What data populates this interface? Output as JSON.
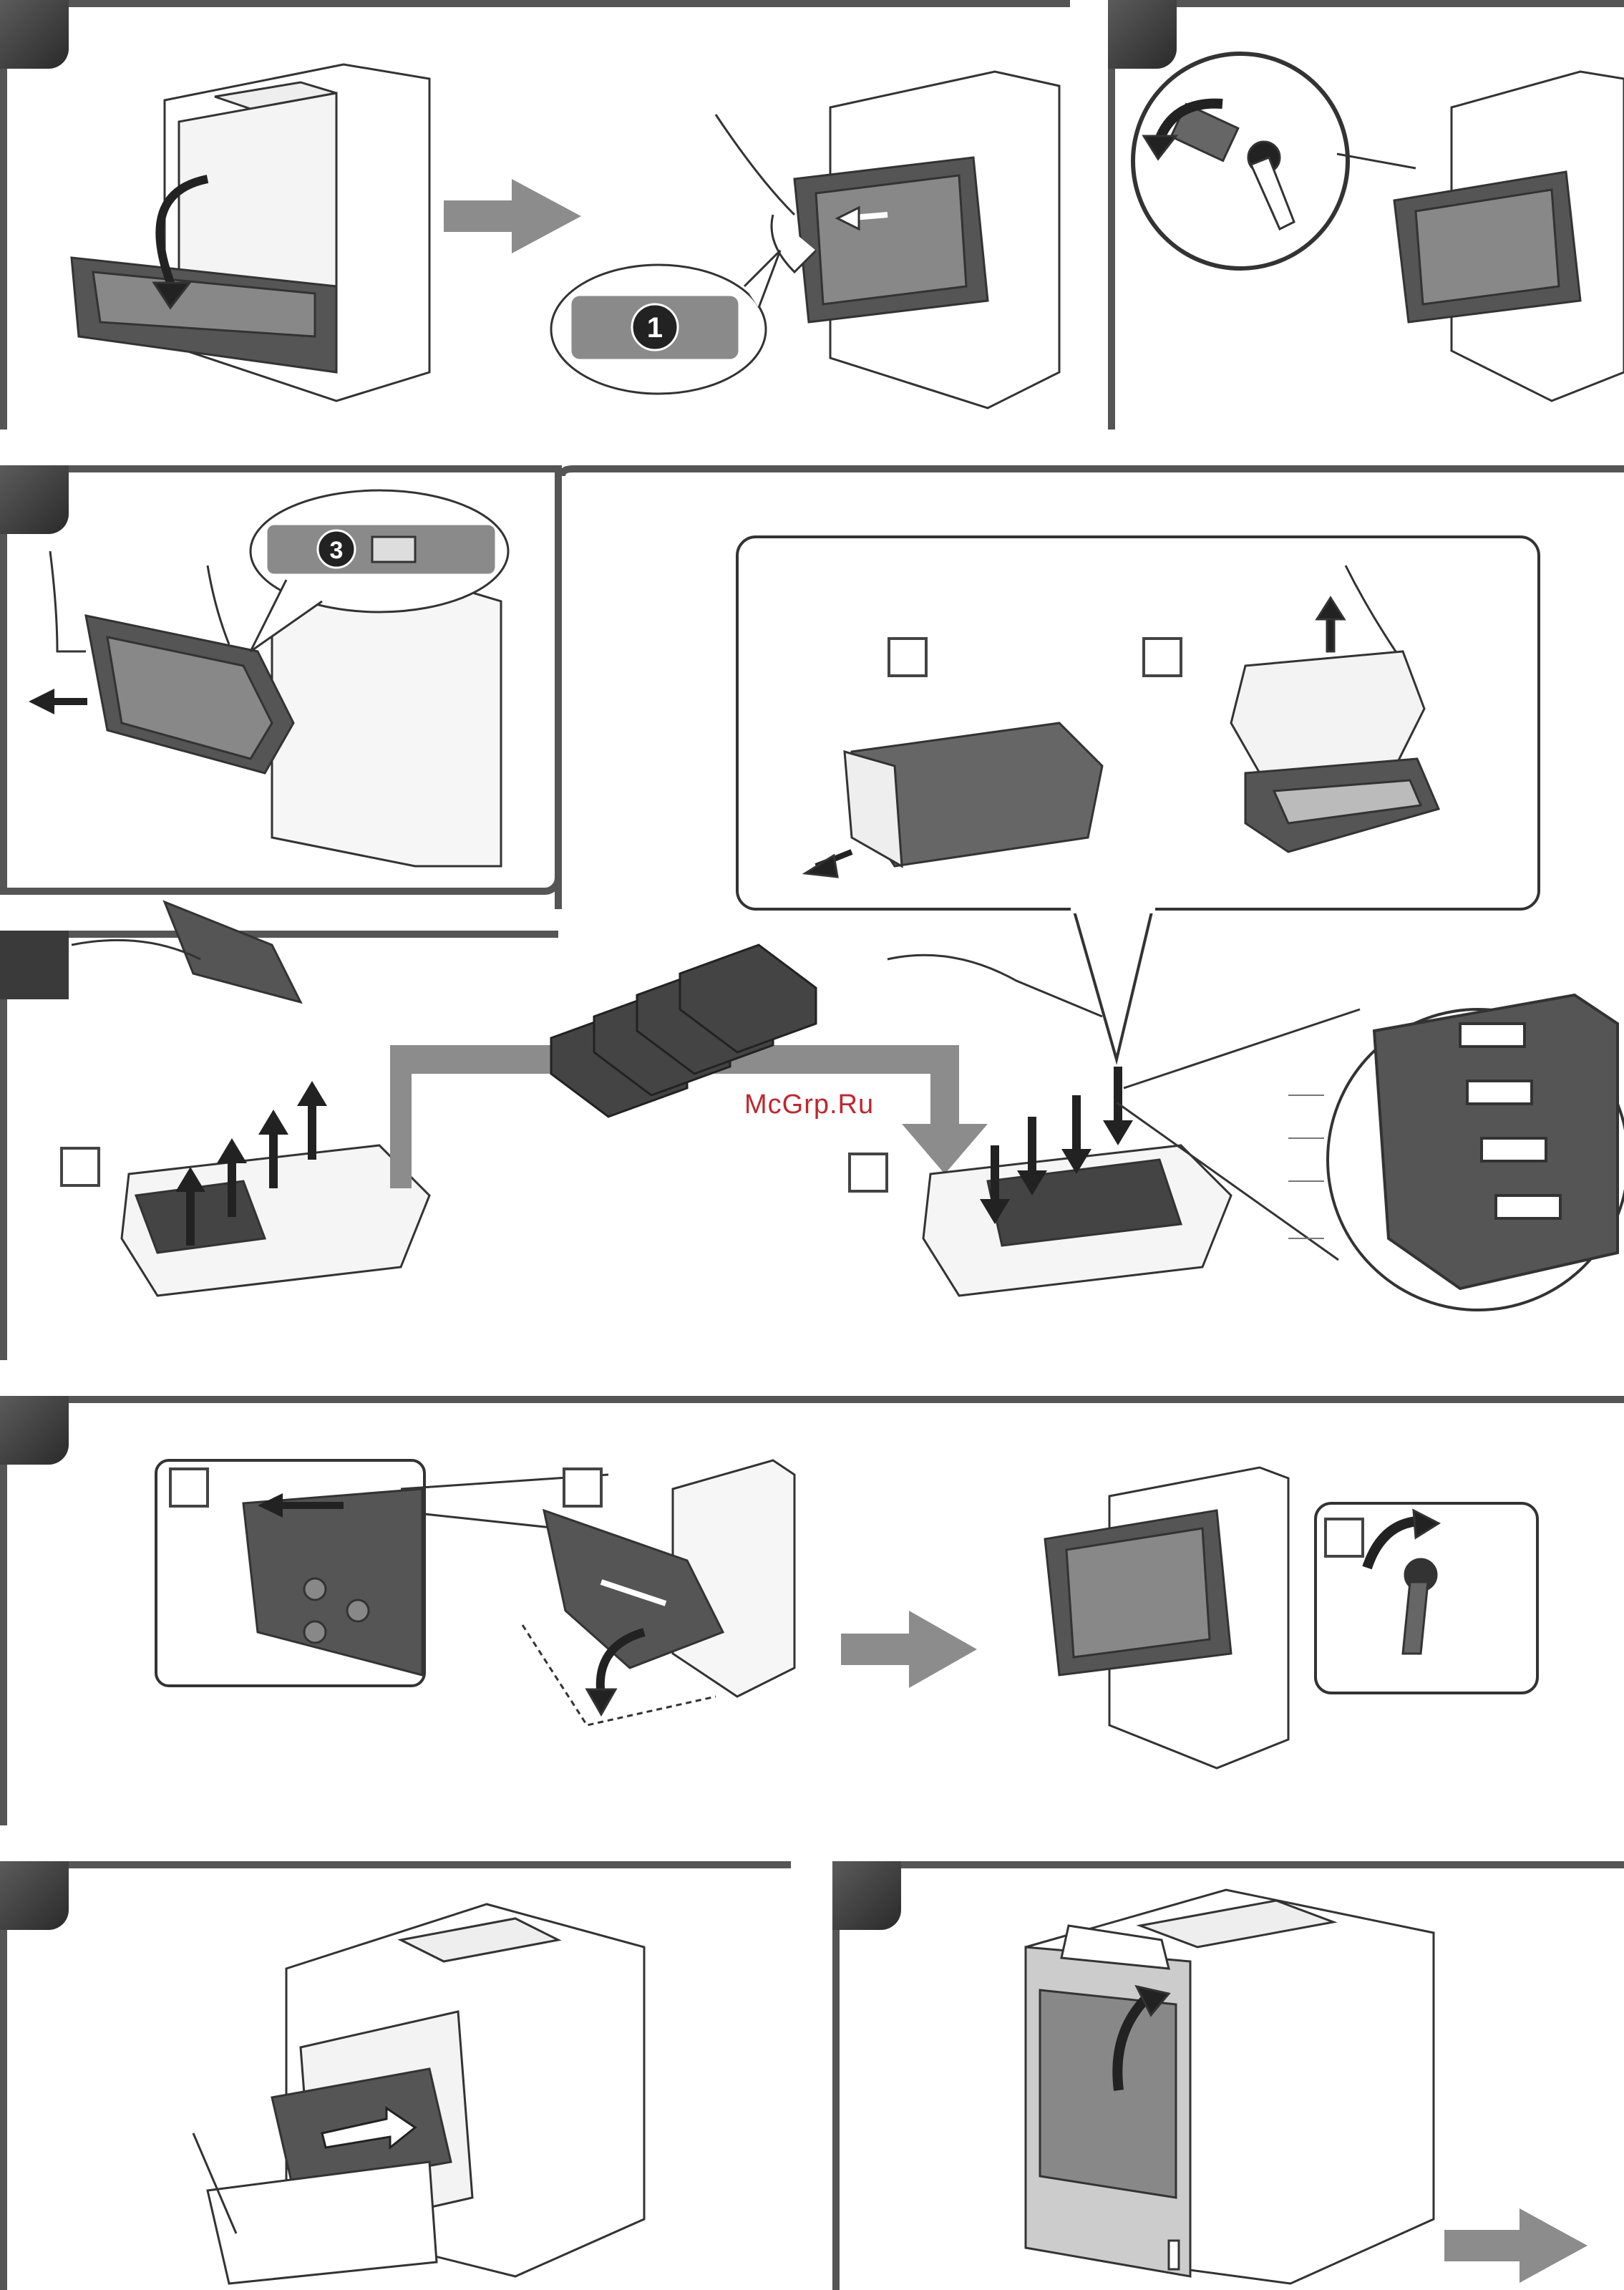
{
  "watermark": "McGrp.Ru",
  "steps": [
    {
      "callout": "1"
    },
    {},
    {
      "callout": "3"
    },
    {},
    {},
    {},
    {},
    {}
  ],
  "colors": {
    "frame": "#555555",
    "arrow": "#8c8c8c",
    "ink": "#222222",
    "watermark": "#c0272d"
  },
  "icons": [
    "right-arrow-icon",
    "elbow-arrow-icon",
    "rotate-arrow-icon",
    "up-arrow-icon",
    "down-arrow-icon",
    "left-arrow-icon"
  ]
}
